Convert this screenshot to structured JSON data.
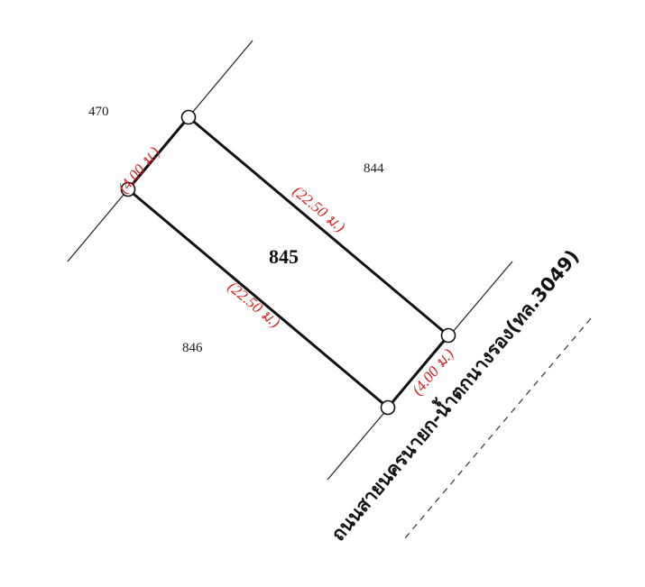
{
  "map": {
    "main_parcel": "845",
    "neighbors": {
      "north_west": "470",
      "north_east": "844",
      "south_west": "846"
    },
    "dimensions": {
      "top_short": "(4.00 ม.)",
      "top_long": "(22.50 ม.)",
      "bottom_long": "(22.50 ม.)",
      "bottom_short": "(4.00 ม.)"
    },
    "road_label": "ถนนสายนครนายก-น้ำตกนางรอง(ทล.3049)",
    "colors": {
      "boundary": "#111111",
      "dimension_text": "#d42020",
      "extension_line": "#222222",
      "road_dash": "#333333"
    }
  }
}
